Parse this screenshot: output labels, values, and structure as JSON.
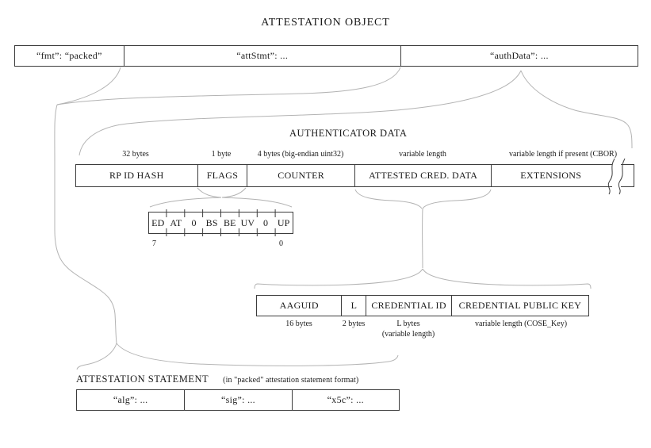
{
  "title": "ATTESTATION OBJECT",
  "attestation_object": {
    "cells": [
      "“fmt”: “packed”",
      "“attStmt”: ...",
      "“authData”: ..."
    ]
  },
  "authenticator_data": {
    "heading": "AUTHENTICATOR DATA",
    "size_labels": [
      "32 bytes",
      "1 byte",
      "4 bytes (big-endian uint32)",
      "variable length",
      "variable length if present (CBOR)"
    ],
    "cells": [
      "RP ID HASH",
      "FLAGS",
      "COUNTER",
      "ATTESTED CRED. DATA",
      "EXTENSIONS"
    ]
  },
  "flags": {
    "bits": [
      "ED",
      "AT",
      "0",
      "BS",
      "BE",
      "UV",
      "0",
      "UP"
    ],
    "msb": "7",
    "lsb": "0"
  },
  "attested_cred_data": {
    "cells": [
      "AAGUID",
      "L",
      "CREDENTIAL ID",
      "CREDENTIAL PUBLIC KEY"
    ],
    "size_labels": [
      "16 bytes",
      "2 bytes",
      "L bytes",
      "(variable length)",
      "variable length (COSE_Key)"
    ]
  },
  "attestation_statement": {
    "heading": "ATTESTATION STATEMENT",
    "subheading": "(in \"packed\" attestation statement format)",
    "cells": [
      "“alg”: ...",
      "“sig”: ...",
      "“x5c”: ..."
    ]
  },
  "colors": {
    "box_border": "#3c3c3c",
    "connector": "#b3b3b3",
    "text": "#1a1a1a",
    "background": "#ffffff"
  }
}
